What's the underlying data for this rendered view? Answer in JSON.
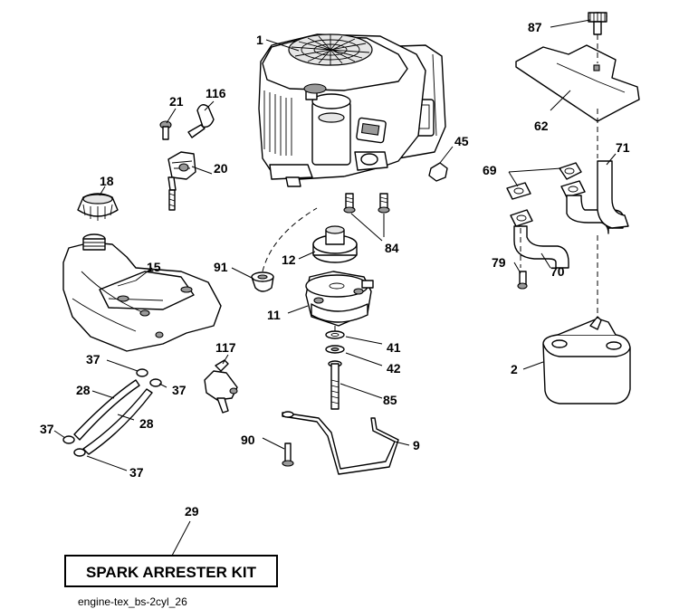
{
  "callouts": {
    "c1": "1",
    "c87": "87",
    "c21": "21",
    "c116": "116",
    "c62": "62",
    "c20": "20",
    "c45": "45",
    "c69": "69",
    "c71": "71",
    "c18": "18",
    "c84": "84",
    "c12": "12",
    "c91": "91",
    "c15": "15",
    "c79": "79",
    "c70": "70",
    "c11": "11",
    "c41": "41",
    "c42": "42",
    "c2": "2",
    "c37a": "37",
    "c117": "117",
    "c28a": "28",
    "c37b": "37",
    "c85": "85",
    "c28b": "28",
    "c37c": "37",
    "c90": "90",
    "c9": "9",
    "c37d": "37",
    "c29": "29"
  },
  "kit_label": "SPARK ARRESTER KIT",
  "caption": "engine-tex_bs-2cyl_26"
}
